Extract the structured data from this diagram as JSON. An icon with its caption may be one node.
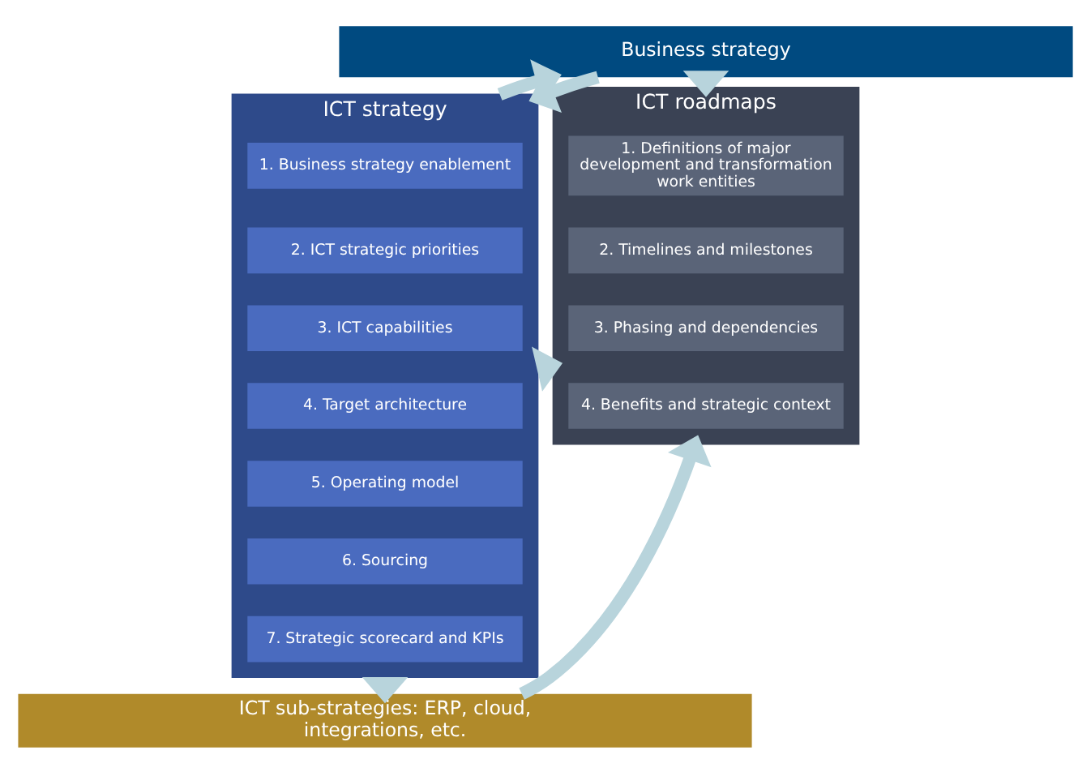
{
  "diagram": {
    "nodes": [
      {
        "text": [
          "Business strategy"
        ]
      },
      {
        "text": [
          "ICT strategy"
        ]
      },
      {
        "text": [
          "1. Business strategy enablement"
        ],
        "in": 1
      },
      {
        "text": [
          "2. ICT strategic priorities"
        ],
        "in": 1
      },
      {
        "text": [
          "3. ICT capabilities"
        ],
        "in": 1
      },
      {
        "text": [
          "4. Target architecture"
        ],
        "in": 1
      },
      {
        "text": [
          "5. Operating model"
        ],
        "in": 1
      },
      {
        "text": [
          "6. Sourcing"
        ],
        "in": 1
      },
      {
        "text": [
          "7. Strategic scorecard and KPIs"
        ],
        "in": 1
      },
      {
        "text": [
          "ICT roadmaps"
        ]
      },
      {
        "text": [
          "1. Definitions of major development and transformation work entities"
        ],
        "in": 9
      },
      {
        "text": [
          "2. Timelines and milestones"
        ],
        "in": 9
      },
      {
        "text": [
          "3. Phasing and dependencies"
        ],
        "in": 9
      },
      {
        "text": [
          "4. Benefits and strategic context"
        ],
        "in": 9
      },
      {
        "text": [
          "ICT sub-strategies: ERP, cloud, integrations, etc."
        ]
      }
    ],
    "edges": [
      {
        "from": 0,
        "to": 1,
        "arrow": "to"
      },
      {
        "from": 1,
        "to": 0,
        "arrow": "to"
      },
      {
        "from": 0,
        "to": 9,
        "arrow": "to"
      },
      {
        "from": 1,
        "to": 9,
        "arrow": "to"
      },
      {
        "from": 1,
        "to": 14,
        "arrow": "to"
      },
      {
        "from": 14,
        "to": 9,
        "arrow": "to"
      }
    ]
  }
}
